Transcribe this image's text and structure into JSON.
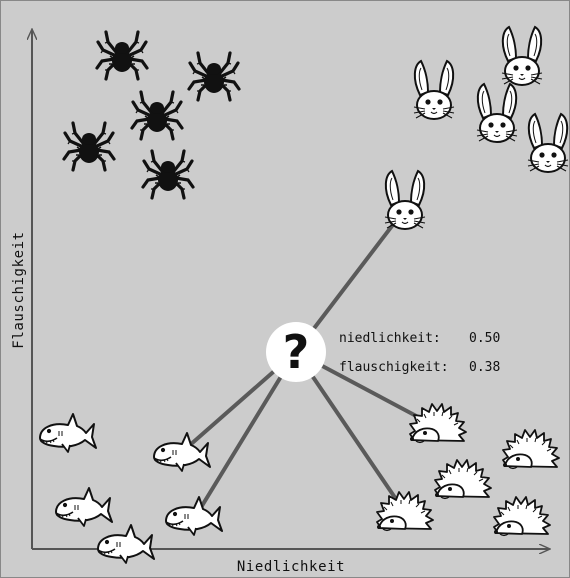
{
  "axes": {
    "x_label": "Niedlichkeit",
    "y_label": "Flauschigkeit"
  },
  "query": {
    "symbol": "?",
    "readout": [
      {
        "name": "niedlichkeit:",
        "value": "0.50"
      },
      {
        "name": "flauschigkeit:",
        "value": "0.38"
      }
    ]
  },
  "colors": {
    "background": "#cccccc",
    "axis": "#555555",
    "neighbor_line": "#5a5a5a",
    "animal_fill": "#ffffff",
    "spider_fill": "#111111"
  },
  "groups": {
    "spiders": {
      "icon": "spider-icon",
      "count": 5
    },
    "rabbits": {
      "icon": "rabbit-icon",
      "count": 5
    },
    "sharks": {
      "icon": "shark-icon",
      "count": 5
    },
    "hedgehogs": {
      "icon": "hedgehog-icon",
      "count": 5
    }
  },
  "nearest_neighbors": [
    "rabbit",
    "shark",
    "shark",
    "hedgehog",
    "hedgehog"
  ]
}
